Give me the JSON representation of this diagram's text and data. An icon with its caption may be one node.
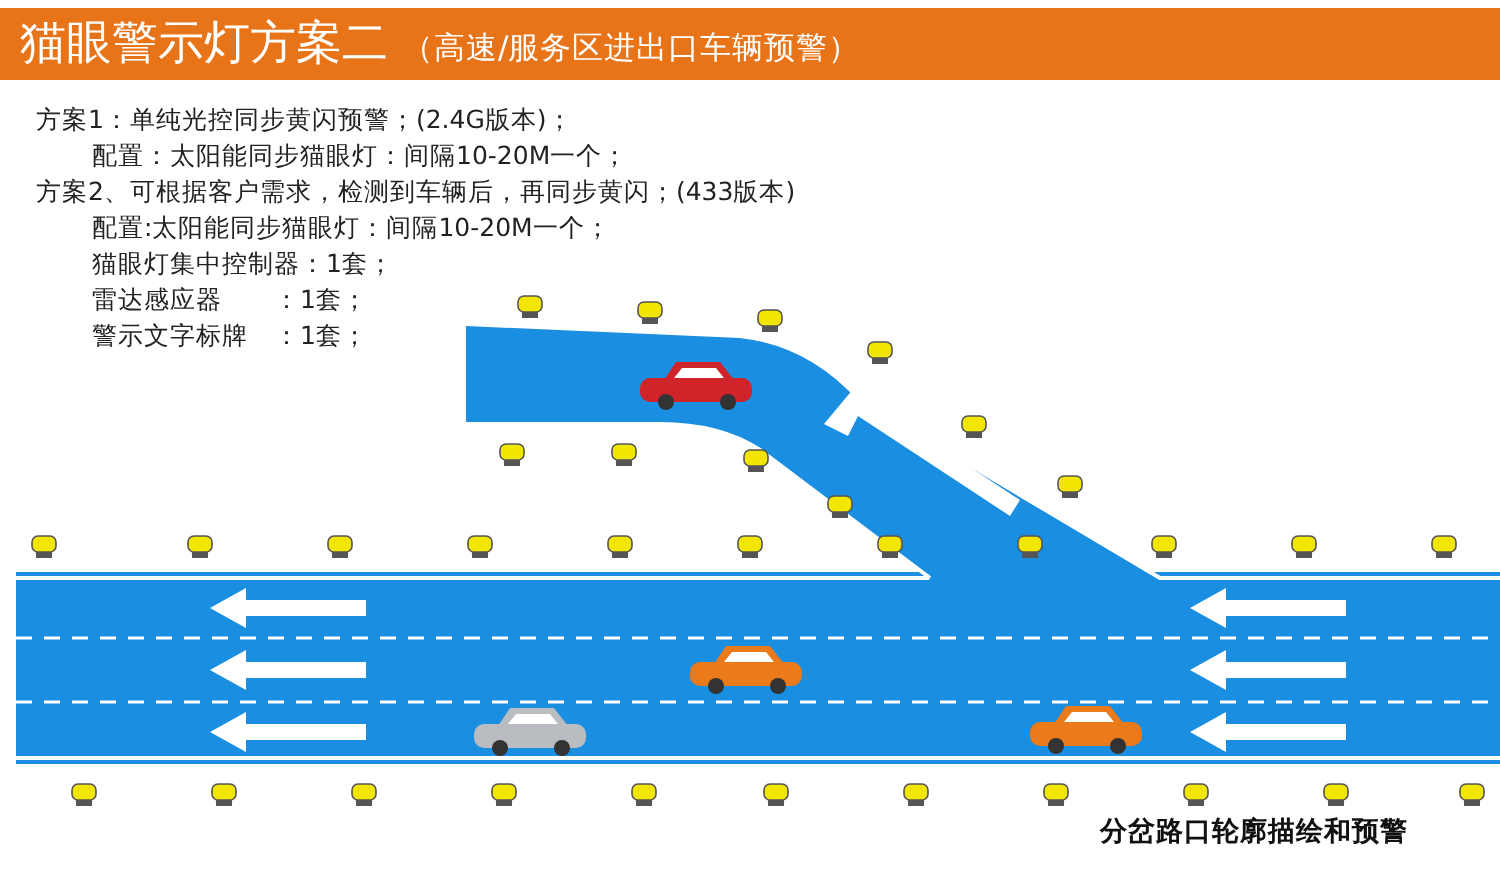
{
  "diagram": {
    "title": "猫眼警示灯方案二",
    "labels": [
      "（高速/服务区进出口车辆预警）",
      "方案1：单纯光控同步黄闪预警；(2.4G版本)；",
      "配置：太阳能同步猫眼灯：间隔10-20M一个；",
      "方案2、可根据客户需求，检测到车辆后，再同步黄闪；(433版本)",
      "配置:太阳能同步猫眼灯：间隔10-20M一个；",
      "猫眼灯集中控制器：1套；",
      "雷达感应器　　：1套；",
      "警示文字标牌　：1套；"
    ],
    "caption": "分岔路口轮廓描绘和预警"
  }
}
